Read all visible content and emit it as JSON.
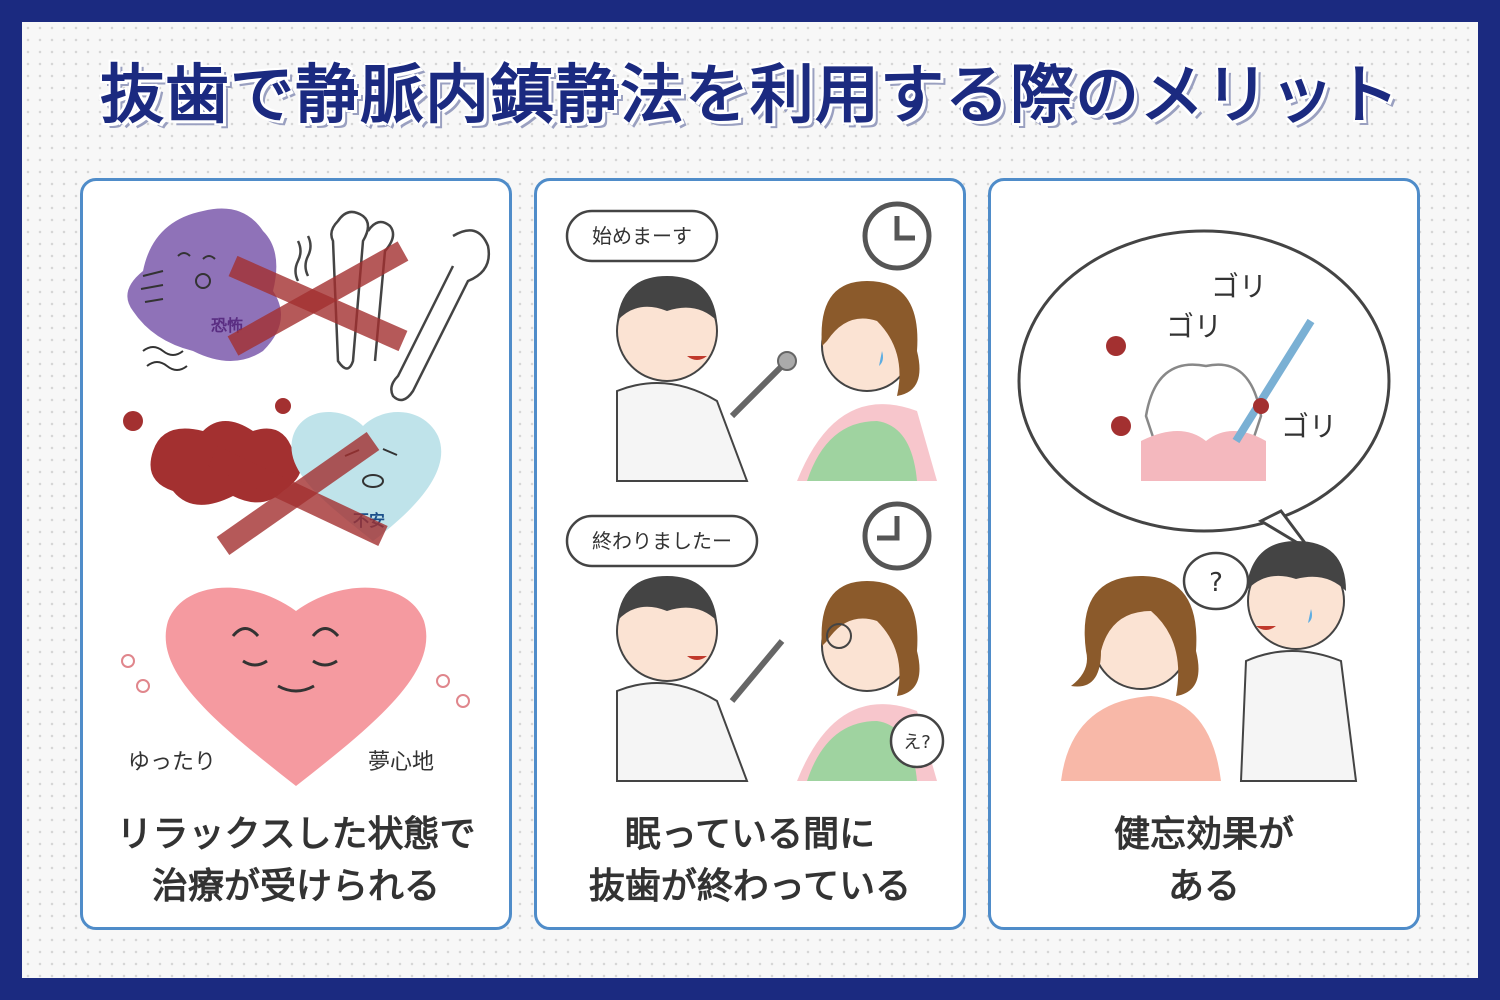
{
  "title": "抜歯で静脈内鎮静法を利用する際のメリット",
  "panels": [
    {
      "caption_line1": "リラックスした状態で",
      "caption_line2": "治療が受けられる",
      "labels": {
        "fear": "恐怖",
        "anxiety": "不安",
        "relaxed": "ゆったり",
        "dreamy": "夢心地"
      }
    },
    {
      "caption_line1": "眠っている間に",
      "caption_line2": "抜歯が終わっている",
      "bubbles": {
        "start": "始めまーす",
        "end": "終わりましたー",
        "eh": "え?"
      }
    },
    {
      "caption_line1": "健忘効果が",
      "caption_line2": "ある",
      "sounds": {
        "s1": "ゴリ",
        "s2": "ゴリ",
        "s3": "ゴリ",
        "question": "?"
      }
    }
  ],
  "colors": {
    "navy": "#1b2a80",
    "panel_border": "#4f8cc9",
    "pink_heart": "#f59aa0",
    "blood": "#a33030",
    "fear_purple": "#8f72b8",
    "anxious_blue": "#bfe3ea"
  }
}
